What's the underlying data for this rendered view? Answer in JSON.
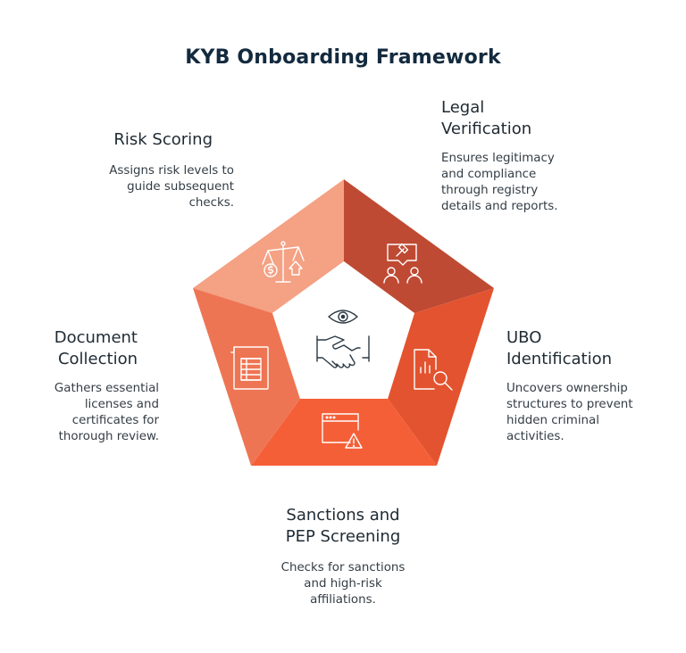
{
  "title": "KYB Onboarding Framework",
  "colors": {
    "risk": "#f4a184",
    "legal": "#bf4a33",
    "ubo": "#e3532f",
    "sanctions": "#f55f37",
    "document": "#ee7553"
  },
  "sections": [
    {
      "key": "risk_scoring",
      "heading": "Risk Scoring",
      "description": "Assigns risk levels to\nguide subsequent\nchecks.",
      "icon": "scales-dollar-arrow-icon"
    },
    {
      "key": "legal_verification",
      "heading": "Legal\nVerification",
      "description": "Ensures legitimacy\nand compliance\nthrough registry\ndetails and reports.",
      "icon": "gavel-people-icon"
    },
    {
      "key": "ubo_identification",
      "heading": "UBO\nIdentification",
      "description": "Uncovers ownership\nstructures to prevent\nhidden criminal\nactivities.",
      "icon": "document-search-icon"
    },
    {
      "key": "sanctions_pep",
      "heading": "Sanctions and\nPEP Screening",
      "description": "Checks for sanctions\nand high-risk\naffiliations.",
      "icon": "browser-warning-icon"
    },
    {
      "key": "document_collection",
      "heading": "Document\nCollection",
      "description": "Gathers essential\nlicenses and\ncertificates for\nthorough review.",
      "icon": "spreadsheet-document-icon"
    }
  ],
  "center_icon": "eye-handshake-icon"
}
